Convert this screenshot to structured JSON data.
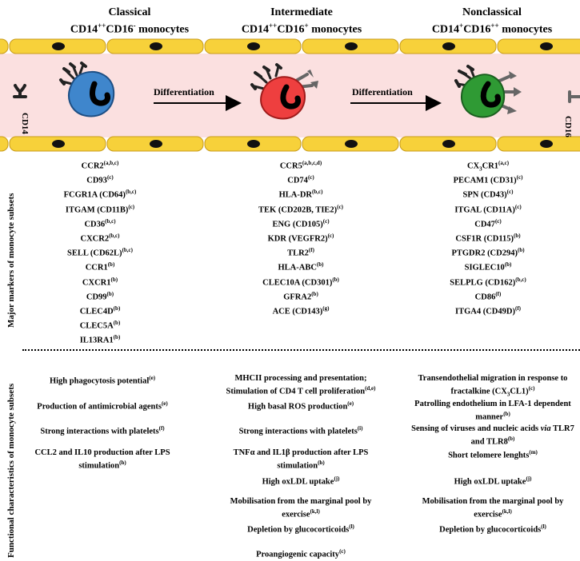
{
  "headers": {
    "classical": {
      "name": "Classical",
      "phenotype": "CD14",
      "p1": "++",
      "mid": "CD16",
      "p2": "-",
      "tail": " monocytes"
    },
    "intermediate": {
      "name": "Intermediate",
      "phenotype": "CD14",
      "p1": "++",
      "mid": "CD16",
      "p2": "+",
      "tail": " monocytes"
    },
    "nonclassical": {
      "name": "Nonclassical",
      "phenotype": "CD14",
      "p1": "+",
      "mid": "CD16",
      "p2": "++",
      "tail": " monocytes"
    }
  },
  "diagram": {
    "arrow1": "Differentiation",
    "arrow2": "Differentiation",
    "left_marker": "CD14",
    "right_marker": "CD16",
    "colors": {
      "vessel": "#fbe0e0",
      "endothelium": "#f7d13a",
      "classical": "#3f86cc",
      "intermediate": "#ee3f3f",
      "nonclassical": "#2f9a34"
    }
  },
  "side_labels": {
    "markers": "Major markers of monocyte subsets",
    "functional": "Functional characteristics of monocyte subsets"
  },
  "markers": {
    "classical": [
      {
        "t": "CCR2",
        "s": "(a,b,c)"
      },
      {
        "t": "CD93",
        "s": "(c)"
      },
      {
        "t": "FCGR1A (CD64)",
        "s": "(b,c)"
      },
      {
        "t": "ITGAM (CD11B)",
        "s": "(c)"
      },
      {
        "t": "CD36",
        "s": "(b,c)"
      },
      {
        "t": "CXCR2",
        "s": "(b,c)"
      },
      {
        "t": "SELL (CD62L)",
        "s": "(b,c)"
      },
      {
        "t": "CCR1",
        "s": "(b)"
      },
      {
        "t": "CXCR1",
        "s": "(b)"
      },
      {
        "t": "CD99",
        "s": "(b)"
      },
      {
        "t": "CLEC4D",
        "s": "(b)"
      },
      {
        "t": "CLEC5A",
        "s": "(b)"
      },
      {
        "t": "IL13RA1",
        "s": "(b)"
      }
    ],
    "intermediate": [
      {
        "t": "CCR5",
        "s": "(a,b,c,d)"
      },
      {
        "t": "CD74",
        "s": "(c)"
      },
      {
        "t": "HLA-DR",
        "s": "(b,c)"
      },
      {
        "t": "TEK (CD202B, TIE2)",
        "s": "(c)"
      },
      {
        "t": "ENG (CD105)",
        "s": "(c)"
      },
      {
        "t": "KDR (VEGFR2)",
        "s": "(c)"
      },
      {
        "t": "TLR2",
        "s": "(f)"
      },
      {
        "t": "HLA-ABC",
        "s": "(b)"
      },
      {
        "t": "CLEC10A (CD301)",
        "s": "(b)"
      },
      {
        "t": "GFRA2",
        "s": "(b)"
      },
      {
        "t": "ACE (CD143)",
        "s": "(g)"
      }
    ],
    "nonclassical": [
      {
        "t": "CX",
        "sub": "3",
        "t2": "CR1",
        "s": "(a,c)"
      },
      {
        "t": "PECAM1 (CD31)",
        "s": "(c)"
      },
      {
        "t": "SPN (CD43)",
        "s": "(c)"
      },
      {
        "t": "ITGAL (CD11A)",
        "s": "(c)"
      },
      {
        "t": "CD47",
        "s": "(c)"
      },
      {
        "t": "CSF1R (CD115)",
        "s": "(b)"
      },
      {
        "t": "PTGDR2 (CD294)",
        "s": "(b)"
      },
      {
        "t": "SIGLEC10",
        "s": "(b)"
      },
      {
        "t": "SELPLG (CD162)",
        "s": "(b,c)"
      },
      {
        "t": "CD86",
        "s": "(f)"
      },
      {
        "t": "ITGA4 (CD49D)",
        "s": "(f)"
      }
    ]
  },
  "functional": {
    "classical": [
      {
        "t": "High phagocytosis potential",
        "s": "(e)"
      },
      {
        "t": "Production of antimicrobial agents",
        "s": "(e)"
      },
      {
        "t": "Strong interactions with platelets",
        "s": "(f)"
      },
      {
        "t": "CCL2 and IL10 production after LPS stimulation",
        "s": "(h)"
      }
    ],
    "intermediate": [
      {
        "t": "MHCII processing and presentation; Stimulation of CD4 T cell proliferation",
        "s": "(d,e)"
      },
      {
        "t": "High basal ROS production",
        "s": "(e)"
      },
      {
        "t": "Strong interactions with platelets",
        "s": "(i)"
      },
      {
        "t": "TNFα and IL1β production after LPS stimulation",
        "s": "(h)"
      },
      {
        "t": "High oxLDL uptake",
        "s": "(j)"
      },
      {
        "t": "Mobilisation from the marginal pool by exercise",
        "s": "(k,l)"
      },
      {
        "t": "Depletion by glucocorticoids",
        "s": "(l)"
      },
      {
        "t": "Proangiogenic capacity",
        "s": "(c)"
      }
    ],
    "nonclassical": [
      {
        "t": "Transendothelial migration in response to fractalkine (CX",
        "sub": "3",
        "t2": "CL1)",
        "s": "(c)"
      },
      {
        "t": "Patrolling endothelium in LFA-1 dependent manner",
        "s": "(b)"
      },
      {
        "t": "Sensing of viruses and nucleic acids via TLR7 and TLR8",
        "s": "(b)"
      },
      {
        "t": "Short telomere lenghts",
        "s": "(m)"
      },
      {
        "t": "High oxLDL uptake",
        "s": "(j)"
      },
      {
        "t": "Mobilisation from the marginal pool by exercise",
        "s": "(k,l)"
      },
      {
        "t": "Depletion by glucocorticoids",
        "s": "(l)"
      }
    ]
  }
}
